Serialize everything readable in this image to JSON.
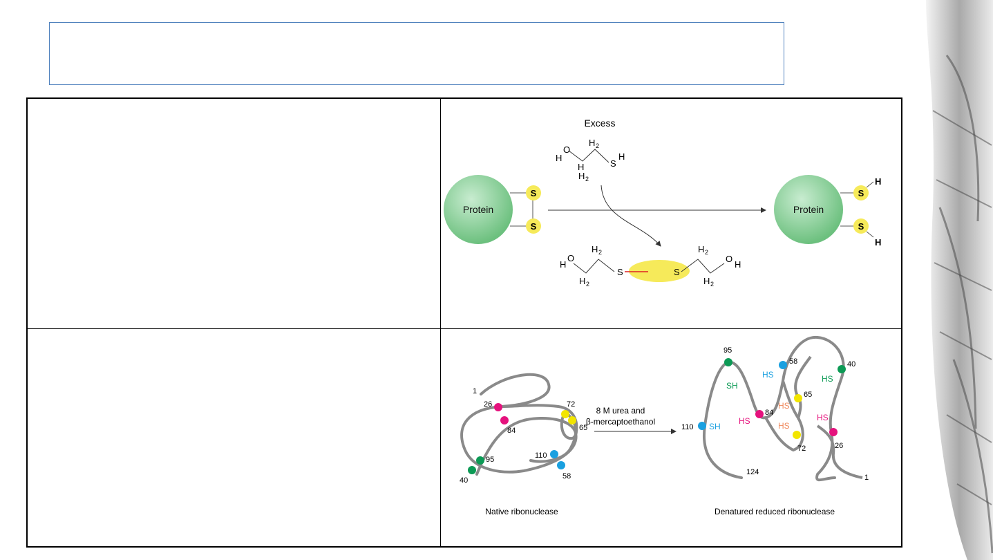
{
  "reaction": {
    "excess_label": "Excess",
    "protein_left": "Protein",
    "protein_right": "Protein",
    "s": "S",
    "h": "H",
    "h2": "H",
    "sub2": "2",
    "o": "O"
  },
  "ribonuclease": {
    "native_label": "Native ribonuclease",
    "denatured_label": "Denatured reduced ribonuclease",
    "arrow_line1": "8  M  urea  and",
    "arrow_line2": "β-mercaptoethanol",
    "native_numbers": [
      "1",
      "26",
      "84",
      "72",
      "65",
      "110",
      "58",
      "95",
      "40"
    ],
    "denatured_numbers": [
      "95",
      "58",
      "40",
      "65",
      "84",
      "110",
      "72",
      "26",
      "124",
      "1"
    ],
    "sh": "SH",
    "hs": "HS"
  },
  "colors": {
    "protein_green": "#8fcf9a",
    "sulfur_yellow": "#f6ea5a",
    "chain_gray": "#8a8a8a",
    "magenta": "#e5127d",
    "yellow": "#f2e500",
    "cyan": "#1aa0e0",
    "green": "#0c9a55",
    "orange": "#f08a5d",
    "title_border": "#4f81bd"
  }
}
